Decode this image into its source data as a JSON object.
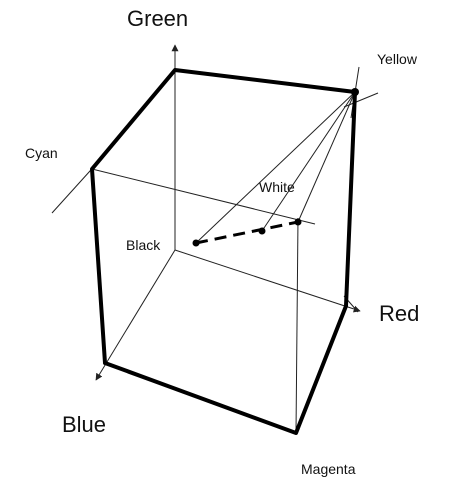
{
  "labels": {
    "green": "Green",
    "red": "Red",
    "blue": "Blue",
    "yellow": "Yellow",
    "cyan": "Cyan",
    "white": "White",
    "black": "Black",
    "magenta": "Magenta"
  },
  "colors": {
    "lines": "#222222",
    "edges": "#000000",
    "text": "#111111"
  }
}
